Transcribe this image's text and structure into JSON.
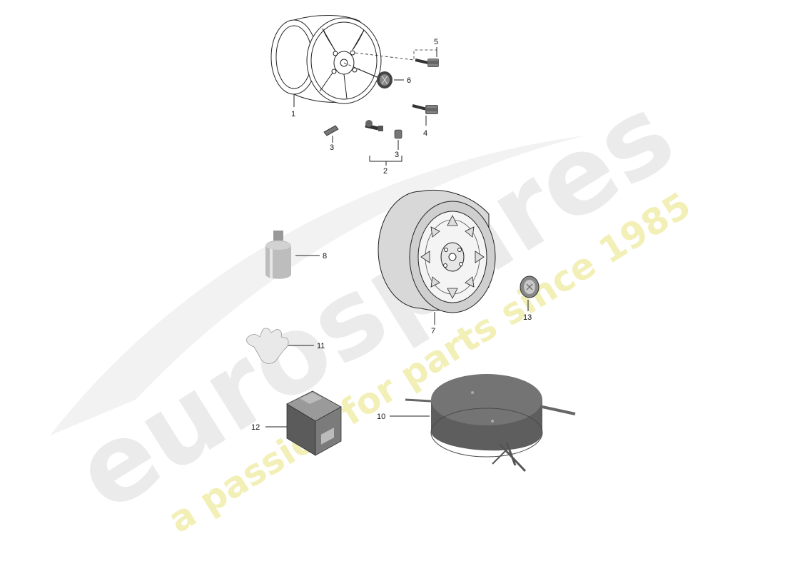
{
  "watermark": {
    "brand": "eurospares",
    "tagline": "a passion for parts since 1985",
    "brand_color": "#d9d9d9",
    "tagline_color": "#f2f0a4"
  },
  "callouts": {
    "c1": "1",
    "c2": "2",
    "c3a": "3",
    "c3b": "3",
    "c4": "4",
    "c5": "5",
    "c6": "6",
    "c7": "7",
    "c8": "8",
    "c10": "10",
    "c11": "11",
    "c12": "12",
    "c13": "13"
  },
  "parts": [
    {
      "number": "1",
      "icon": "alloy-wheel-icon"
    },
    {
      "number": "2",
      "icon": "valve-assembly-icon"
    },
    {
      "number": "3",
      "icon": "valve-cap-icon"
    },
    {
      "number": "4",
      "icon": "wheel-bolt-icon"
    },
    {
      "number": "5",
      "icon": "wheel-bolt-icon"
    },
    {
      "number": "6",
      "icon": "hub-cap-icon"
    },
    {
      "number": "7",
      "icon": "spare-wheel-icon"
    },
    {
      "number": "8",
      "icon": "sealant-bottle-icon"
    },
    {
      "number": "10",
      "icon": "wheel-bag-icon"
    },
    {
      "number": "11",
      "icon": "glove-icon"
    },
    {
      "number": "12",
      "icon": "compressor-box-icon"
    },
    {
      "number": "13",
      "icon": "emblem-icon"
    }
  ]
}
